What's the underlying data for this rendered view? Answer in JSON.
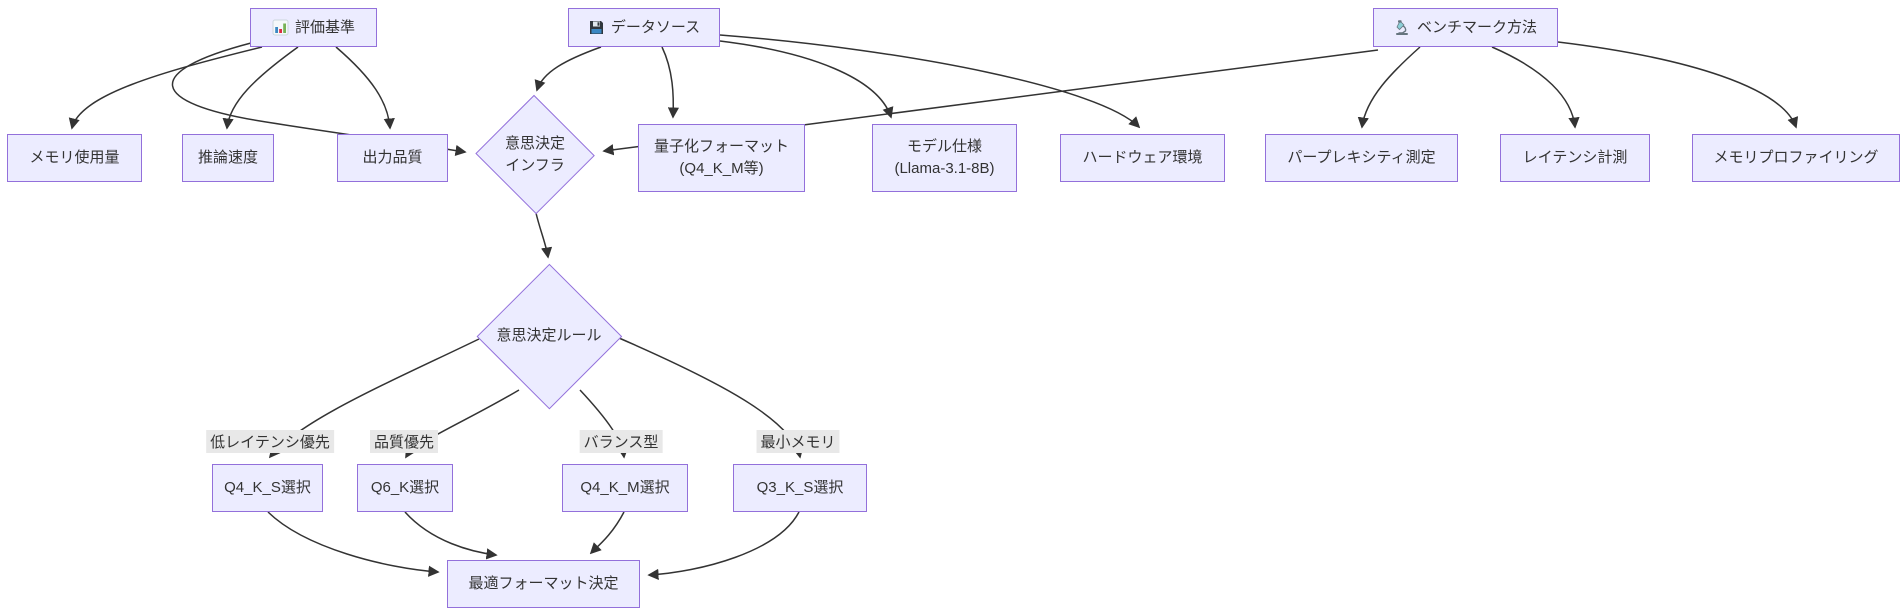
{
  "diagram": {
    "headers": {
      "criteria": {
        "label": "評価基準",
        "icon": "bar-chart-icon"
      },
      "datasource": {
        "label": "データソース",
        "icon": "floppy-disk-icon"
      },
      "benchmark": {
        "label": "ベンチマーク方法",
        "icon": "microscope-icon"
      }
    },
    "nodes": {
      "memory_usage": {
        "label": "メモリ使用量"
      },
      "inference_speed": {
        "label": "推論速度"
      },
      "output_quality": {
        "label": "出力品質"
      },
      "quant_format": {
        "label": "量子化フォーマット",
        "sublabel": "(Q4_K_M等)"
      },
      "model_spec": {
        "label": "モデル仕様",
        "sublabel": "(Llama-3.1-8B)"
      },
      "hardware_env": {
        "label": "ハードウェア環境"
      },
      "perplexity": {
        "label": "パープレキシティ測定"
      },
      "latency": {
        "label": "レイテンシ計測"
      },
      "memory_profiling": {
        "label": "メモリプロファイリング"
      }
    },
    "decisions": {
      "infra": {
        "label": "意思決定",
        "sublabel": "インフラ"
      },
      "rules": {
        "label": "意思決定ルール"
      }
    },
    "edge_labels": {
      "low_latency": "低レイテンシ優先",
      "quality": "品質優先",
      "balanced": "バランス型",
      "min_memory": "最小メモリ"
    },
    "selections": {
      "q4ks": {
        "label": "Q4_K_S選択"
      },
      "q6k": {
        "label": "Q6_K選択"
      },
      "q4km": {
        "label": "Q4_K_M選択"
      },
      "q3ks": {
        "label": "Q3_K_S選択"
      }
    },
    "final": {
      "label": "最適フォーマット決定"
    },
    "colors": {
      "node_fill": "#ECECFF",
      "node_border": "#9370DB",
      "edge": "#333333",
      "edge_label_bg": "#e8e8e8",
      "text": "#333333"
    }
  }
}
